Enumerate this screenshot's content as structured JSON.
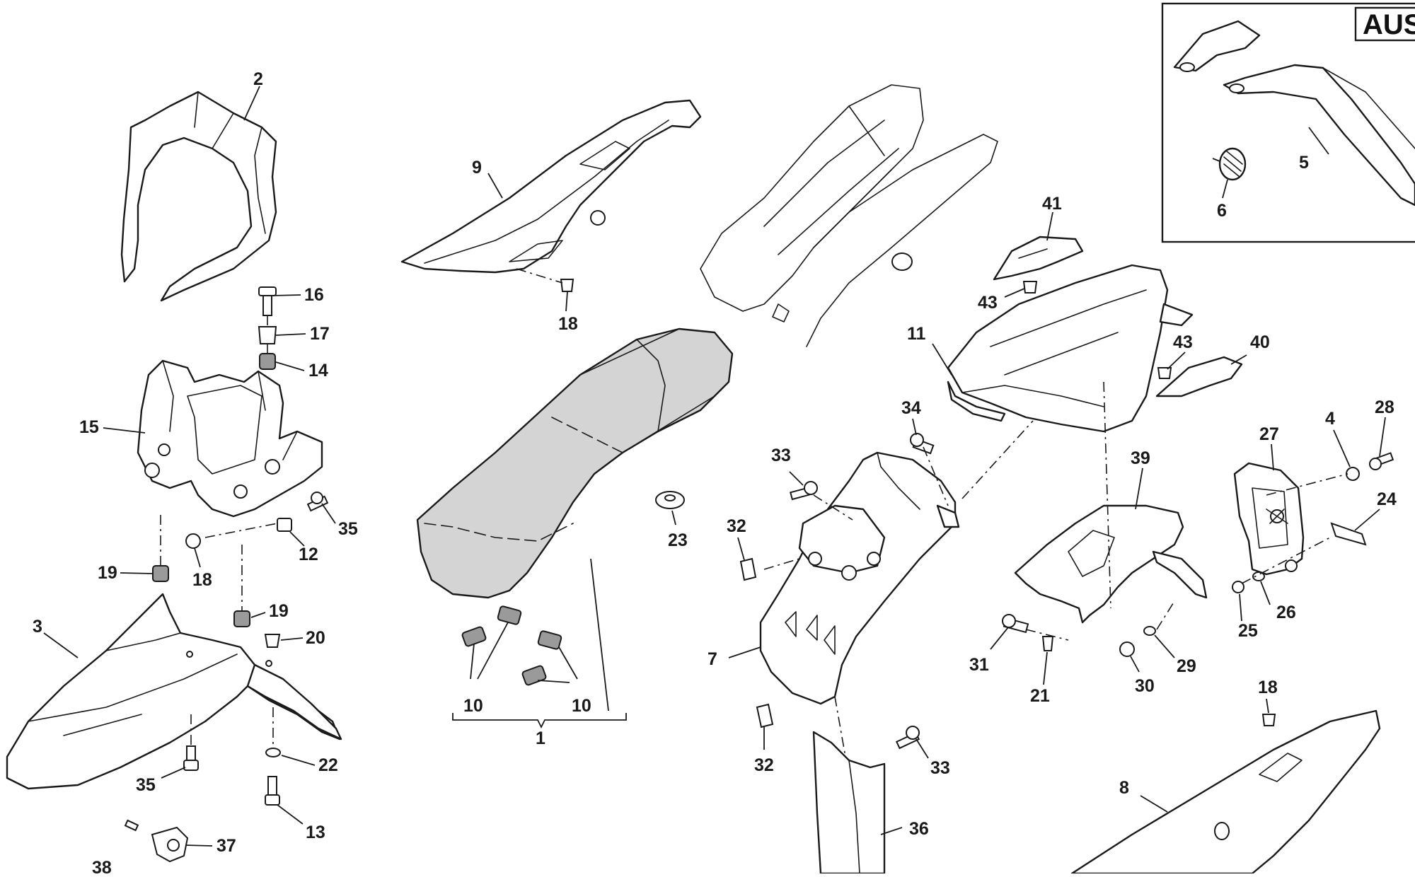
{
  "inset": {
    "label": "AUS",
    "callouts": [
      "5",
      "6"
    ]
  },
  "callouts": {
    "c1": "1",
    "c2": "2",
    "c3": "3",
    "c4": "4",
    "c5": "5",
    "c6": "6",
    "c7": "7",
    "c8": "8",
    "c9": "9",
    "c10a": "10",
    "c10b": "10",
    "c11": "11",
    "c12": "12",
    "c13": "13",
    "c14": "14",
    "c15": "15",
    "c16": "16",
    "c17": "17",
    "c18a": "18",
    "c18b": "18",
    "c18c": "18",
    "c19a": "19",
    "c19b": "19",
    "c20": "20",
    "c21": "21",
    "c22": "22",
    "c23": "23",
    "c24": "24",
    "c25": "25",
    "c26": "26",
    "c27": "27",
    "c28": "28",
    "c29": "29",
    "c30": "30",
    "c31": "31",
    "c32a": "32",
    "c32b": "32",
    "c33a": "33",
    "c33b": "33",
    "c34": "34",
    "c35a": "35",
    "c35b": "35",
    "c36": "36",
    "c37": "37",
    "c38": "38",
    "c39": "39",
    "c40": "40",
    "c41": "41",
    "c43a": "43",
    "c43b": "43"
  },
  "colors": {
    "line": "#1a1a1a",
    "seat_fill": "#d4d4d4",
    "background": "#ffffff"
  }
}
